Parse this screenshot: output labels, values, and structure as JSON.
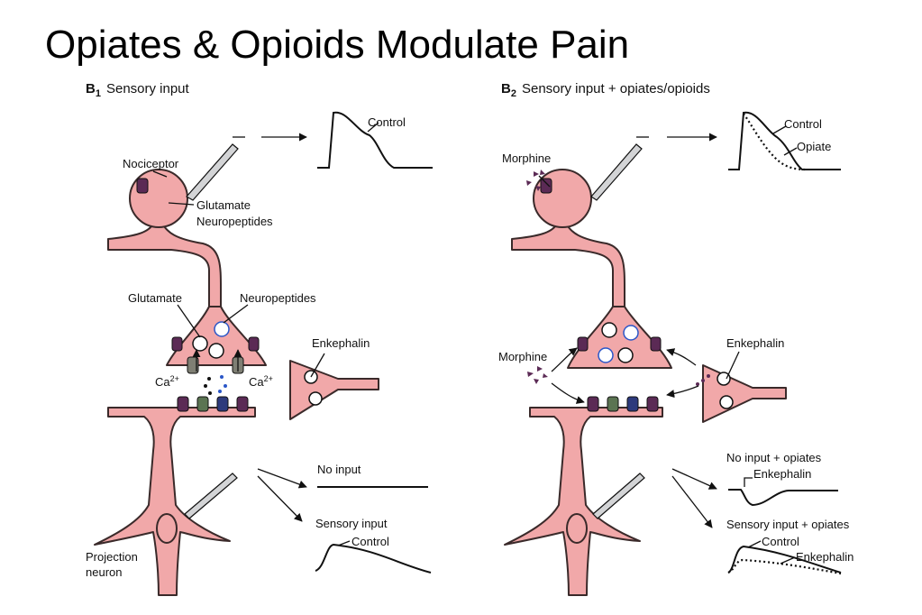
{
  "title": "Opiates & Opioids Modulate Pain",
  "panels": [
    {
      "id_sub": "1",
      "id_letter": "B",
      "title": "Sensory input",
      "labels": {
        "control": "Control",
        "nociceptor": "Nociceptor",
        "glutamate": "Glutamate",
        "neuropeptides": "Neuropeptides",
        "glutamate2": "Glutamate",
        "neuropeptides2": "Neuropeptides",
        "enkephalin": "Enkephalin",
        "ca_left": "Ca",
        "ca_right": "Ca",
        "ca_sup": "2+",
        "no_input": "No input",
        "sensory_input": "Sensory input",
        "control2": "Control",
        "projection1": "Projection",
        "projection2": "neuron"
      }
    },
    {
      "id_sub": "2",
      "id_letter": "B",
      "title": "Sensory input + opiates/opioids",
      "labels": {
        "morphine": "Morphine",
        "control": "Control",
        "opiate": "Opiate",
        "morphine2": "Morphine",
        "enkephalin": "Enkephalin",
        "no_input_opiates": "No input + opiates",
        "enkephalin2": "Enkephalin",
        "sensory_input_opiates": "Sensory input + opiates",
        "control2": "Control",
        "enkephalin3": "Enkephalin"
      }
    }
  ],
  "colors": {
    "cell_fill": "#f1a8a9",
    "receptor_purple": "#5b2a55",
    "channel_gray": "#7f7f74",
    "receptor_green": "#5b7452",
    "receptor_blue": "#2d3a7c",
    "neuropeptide_blue": "#2a56c8"
  }
}
